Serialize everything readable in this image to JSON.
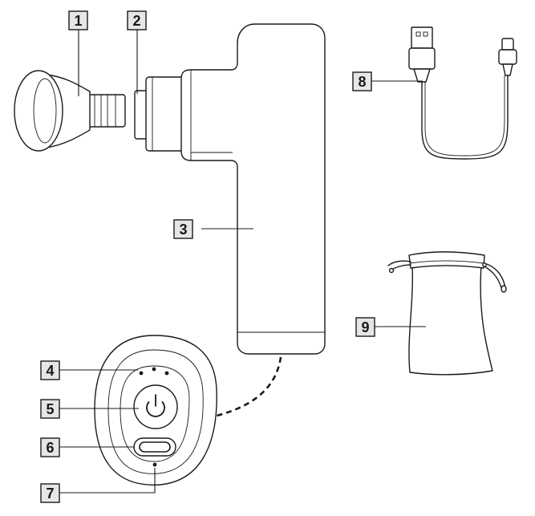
{
  "callouts": [
    {
      "id": "1",
      "label": "1"
    },
    {
      "id": "2",
      "label": "2"
    },
    {
      "id": "3",
      "label": "3"
    },
    {
      "id": "4",
      "label": "4"
    },
    {
      "id": "5",
      "label": "5"
    },
    {
      "id": "6",
      "label": "6"
    },
    {
      "id": "7",
      "label": "7"
    },
    {
      "id": "8",
      "label": "8"
    },
    {
      "id": "9",
      "label": "9"
    }
  ],
  "icons": {
    "power": "power-icon"
  },
  "colors": {
    "line": "#1a1a1a",
    "label_box": "#e6e6e6",
    "background": "#ffffff"
  }
}
